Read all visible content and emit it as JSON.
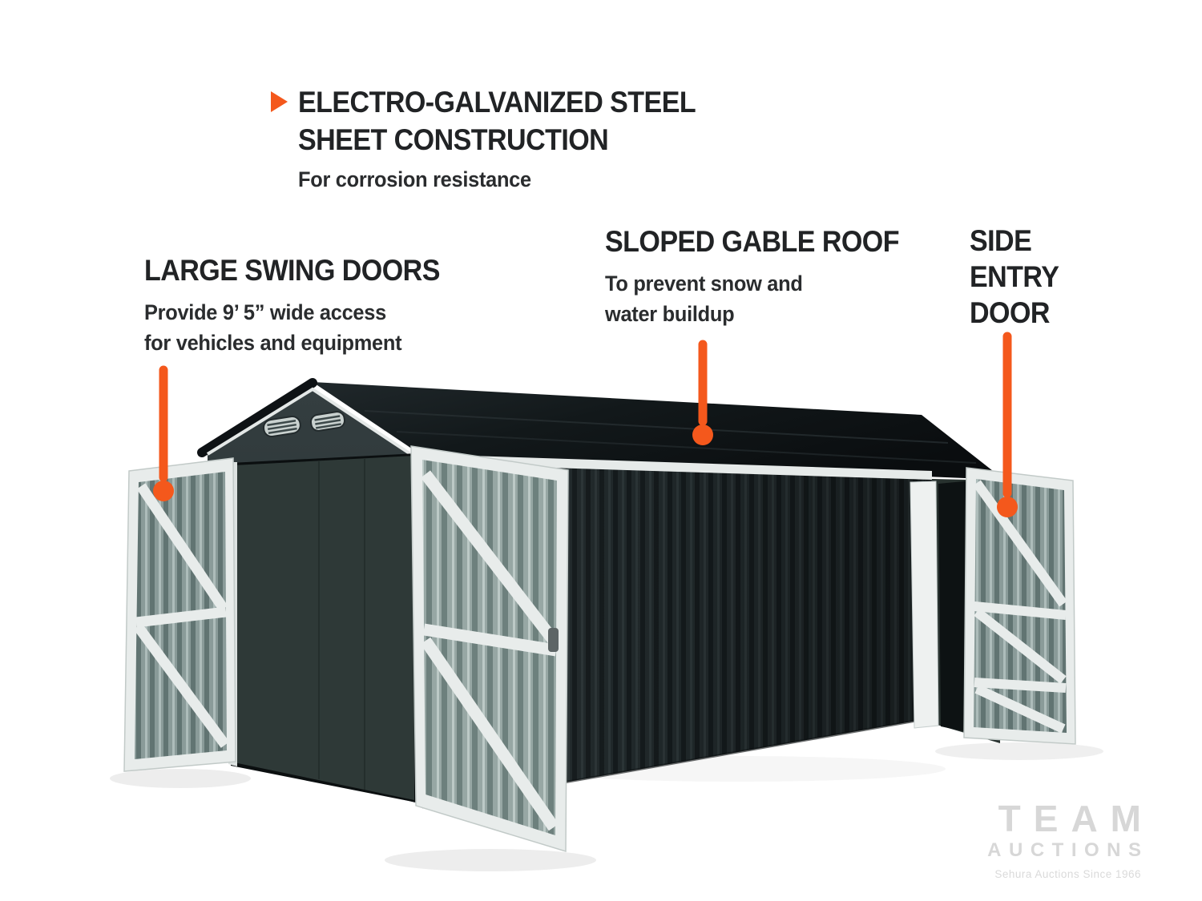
{
  "accent_color": "#F4581C",
  "callouts": {
    "construction": {
      "title_line1": "ELECTRO-GALVANIZED STEEL",
      "title_line2": "SHEET CONSTRUCTION",
      "subtitle": "For corrosion resistance"
    },
    "doors": {
      "title": "LARGE SWING DOORS",
      "subtitle_line1": "Provide 9’ 5” wide access",
      "subtitle_line2": "for vehicles and equipment"
    },
    "roof": {
      "title": "SLOPED GABLE ROOF",
      "subtitle_line1": "To prevent snow and",
      "subtitle_line2": "water buildup"
    },
    "side_door": {
      "title_line1": "SIDE",
      "title_line2": "ENTRY",
      "title_line3": "DOOR"
    }
  },
  "watermark": {
    "line1": "TEAM",
    "line2": "AUCTIONS",
    "tagline": "Sehura Auctions Since 1966"
  }
}
